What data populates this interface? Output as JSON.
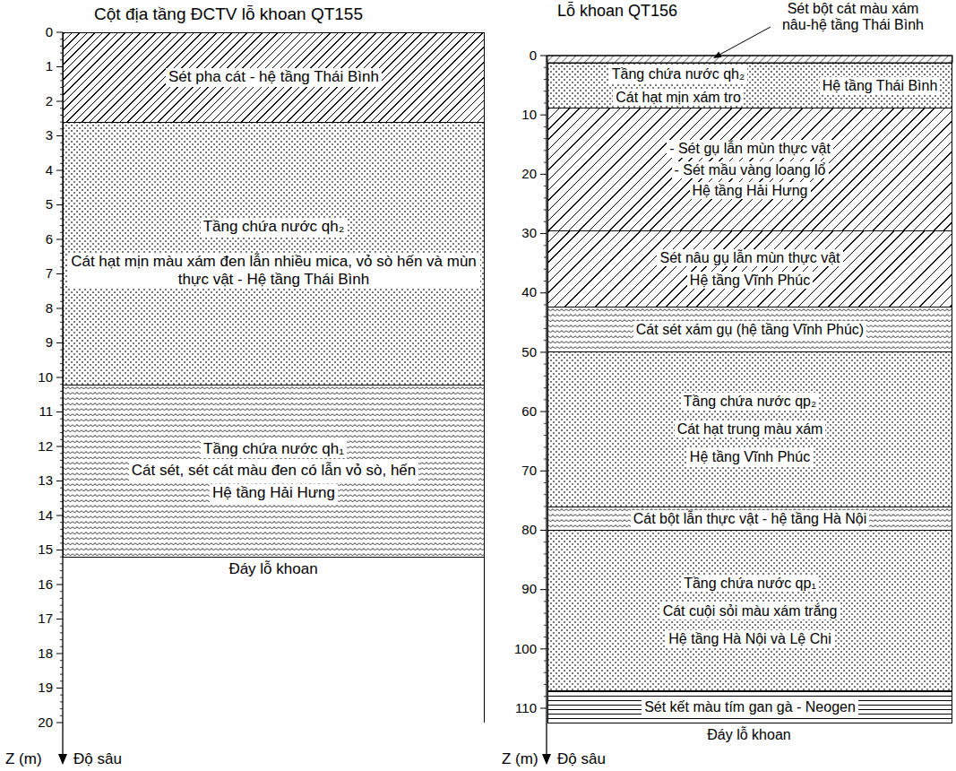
{
  "diagram": {
    "nodes": [
      {
        "text": [
          "Sét pha cát - hệ tầng Thái Bình"
        ]
      },
      {
        "text": [
          "Tầng chứa nước qh₂",
          "Cát hạt mịn màu xám đen lẫn nhiều mica, vỏ sò hến và mùn thực vật - Hệ tầng Thái Bình"
        ]
      },
      {
        "text": [
          "Tầng chứa nước qh₁",
          "Cát sét, sét cát màu đen có lẫn vỏ sò, hến",
          "Hệ tầng Hải Hưng"
        ]
      },
      {
        "text": [
          "Tầng chứa nước qh₂",
          "Cát hạt mịn xám tro",
          "Hệ tầng Thái Bình"
        ]
      },
      {
        "text": [
          "- Sét gụ lẫn mùn thực vật",
          "- Sét mầu vàng loang lổ",
          "Hệ tầng Hải Hưng"
        ]
      },
      {
        "text": [
          "Sét nâu gụ lẫn mùn thực vật",
          "Hệ tầng Vĩnh Phúc"
        ]
      },
      {
        "text": [
          "Cát sét xám gụ (hệ tầng Vĩnh Phúc)"
        ]
      },
      {
        "text": [
          "Tầng chứa nước qp₂",
          "Cát hạt trung màu xám",
          "Hệ tầng Vĩnh Phúc"
        ]
      },
      {
        "text": [
          "Cát bột lẫn thực vật - hệ tầng Hà Nội"
        ]
      },
      {
        "text": [
          "Tầng chứa nước qp₁",
          "Cát cuội sỏi màu xám trắng",
          "Hệ tầng Hà Nội và Lệ Chi"
        ]
      },
      {
        "text": [
          "Sét kết màu tím gan gà - Neogen"
        ]
      }
    ],
    "labels": [
      "Cột địa tầng ĐCTV lỗ khoan QT155",
      "0",
      "1",
      "2",
      "3",
      "4",
      "5",
      "6",
      "7",
      "8",
      "9",
      "10",
      "11",
      "12",
      "13",
      "14",
      "15",
      "16",
      "17",
      "18",
      "19",
      "20",
      "Đáy lỗ khoan",
      "Z (m)",
      "Độ sâu",
      "Lỗ khoan QT156",
      "Sét bột cát màu xám nâu-hệ tầng Thái Bình",
      "0",
      "10",
      "20",
      "30",
      "40",
      "50",
      "60",
      "70",
      "80",
      "90",
      "100",
      "110",
      "Đáy lỗ khoan",
      "Z (m)",
      "Độ sâu"
    ]
  }
}
